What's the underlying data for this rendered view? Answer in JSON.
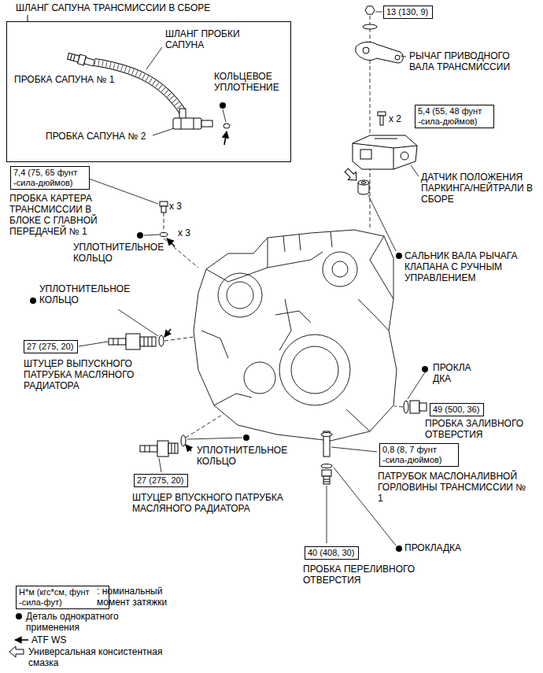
{
  "diagram": {
    "nodes": [
      {
        "text": [
          "ШЛАНГ САПУНА ТРАНСМИССИИ В СБОРЕ"
        ]
      },
      {
        "text": [
          "13 (130, 9)"
        ]
      },
      {
        "text": [
          "5,4 (55, 48 фунт -сила-дюймов)"
        ]
      },
      {
        "text": [
          "7,4 (75, 65 фунт -сила-дюймов)"
        ]
      },
      {
        "text": [
          "27 (275, 20)"
        ]
      },
      {
        "text": [
          "49 (500, 36)"
        ]
      },
      {
        "text": [
          "0,8 (8, 7 фунт -сила-дюймов)"
        ]
      },
      {
        "text": [
          "27 (275, 20)"
        ]
      },
      {
        "text": [
          "40 (408, 30)"
        ]
      },
      {
        "text": [
          "Н*м (кгс*см, фунт -сила-фут)"
        ]
      }
    ],
    "labels": [
      "ШЛАНГ ПРОБКИ САПУНА",
      "ПРОБКА САПУНА № 1",
      "КОЛЬЦЕВОЕ УПЛОТНЕНИЕ",
      "ПРОБКА САПУНА № 2",
      "РЫЧАГ ПРИВОДНОГО ВАЛА ТРАНСМИССИИ",
      "x 2",
      "ПРОБКА КАРТЕРА ТРАНСМИССИИ В БЛОКЕ С ГЛАВНОЙ ПЕРЕДАЧЕЙ № 1",
      "x 3",
      "x 3",
      "УПЛОТНИТЕЛЬНОЕ КОЛЬЦО",
      "ДАТЧИК ПОЛОЖЕНИЯ ПАРКИНГА/НЕЙТРАЛИ В СБОРЕ",
      "САЛЬНИК ВАЛА РЫЧАГА КЛАПАНА С РУЧНЫМ УПРАВЛЕНИЕМ",
      "УПЛОТНИТЕЛЬНОЕ КОЛЬЦО",
      "ШТУЦЕР ВЫПУСКНОГО ПАТРУБКА МАСЛЯНОГО РАДИАТОРА",
      "ПРОКЛА ДКА",
      "ПРОБКА ЗАЛИВНОГО ОТВЕРСТИЯ",
      "УПЛОТНИТЕЛЬНОЕ КОЛЬЦО",
      "ШТУЦЕР ВПУСКНОГО ПАТРУБКА МАСЛЯНОГО РАДИАТОРА",
      "ПАТРУБОК МАСЛОНАЛИВНОЙ ГОРЛОВИНЫ ТРАНСМИССИИ № 1",
      "ПРОКЛАДКА",
      "ПРОБКА ПЕРЕЛИВНОГО ОТВЕРСТИЯ"
    ],
    "legend": [
      {
        "text": ": номинальный момент затяжки"
      },
      {
        "text": "Деталь однократного применения"
      },
      {
        "text": "ATF WS"
      },
      {
        "text": "Универсальная консистентная смазка"
      }
    ]
  }
}
